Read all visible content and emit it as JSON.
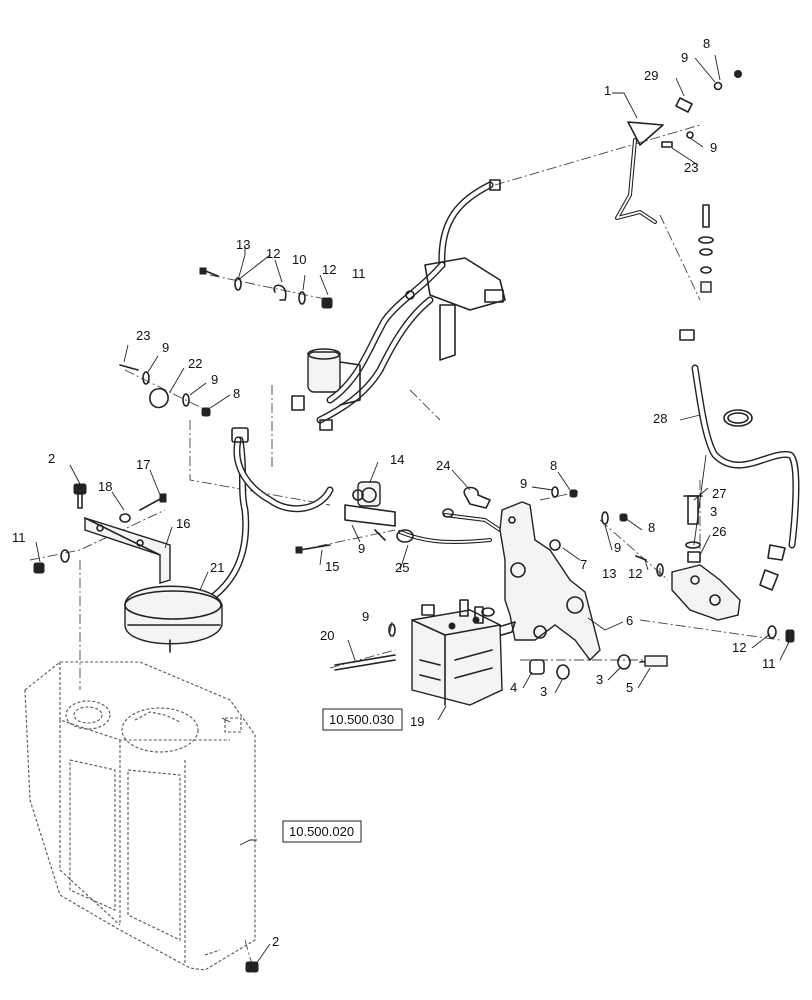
{
  "callouts": {
    "c1": "1",
    "c2a": "2",
    "c2b": "2",
    "c3a": "3",
    "c3b": "3",
    "c3c": "3",
    "c4": "4",
    "c5": "5",
    "c6": "6",
    "c7": "7",
    "c8a": "8",
    "c8b": "8",
    "c8c": "8",
    "c8d": "8",
    "c9a": "9",
    "c9b": "9",
    "c9c": "9",
    "c9d": "9",
    "c9e": "9",
    "c9f": "9",
    "c9g": "9",
    "c9h": "9",
    "c10": "10",
    "c11a": "11",
    "c11b": "11",
    "c11c": "11",
    "c12a": "12",
    "c12b": "12",
    "c12c": "12",
    "c12d": "12",
    "c13a": "13",
    "c13b": "13",
    "c14": "14",
    "c15": "15",
    "c16": "16",
    "c17": "17",
    "c18": "18",
    "c19": "19",
    "c20": "20",
    "c21": "21",
    "c22": "22",
    "c23a": "23",
    "c23b": "23",
    "c24": "24",
    "c25": "25",
    "c26": "26",
    "c27": "27",
    "c28": "28",
    "c29": "29"
  },
  "references": {
    "ref_pump": "10.500.030",
    "ref_tank": "10.500.020"
  }
}
